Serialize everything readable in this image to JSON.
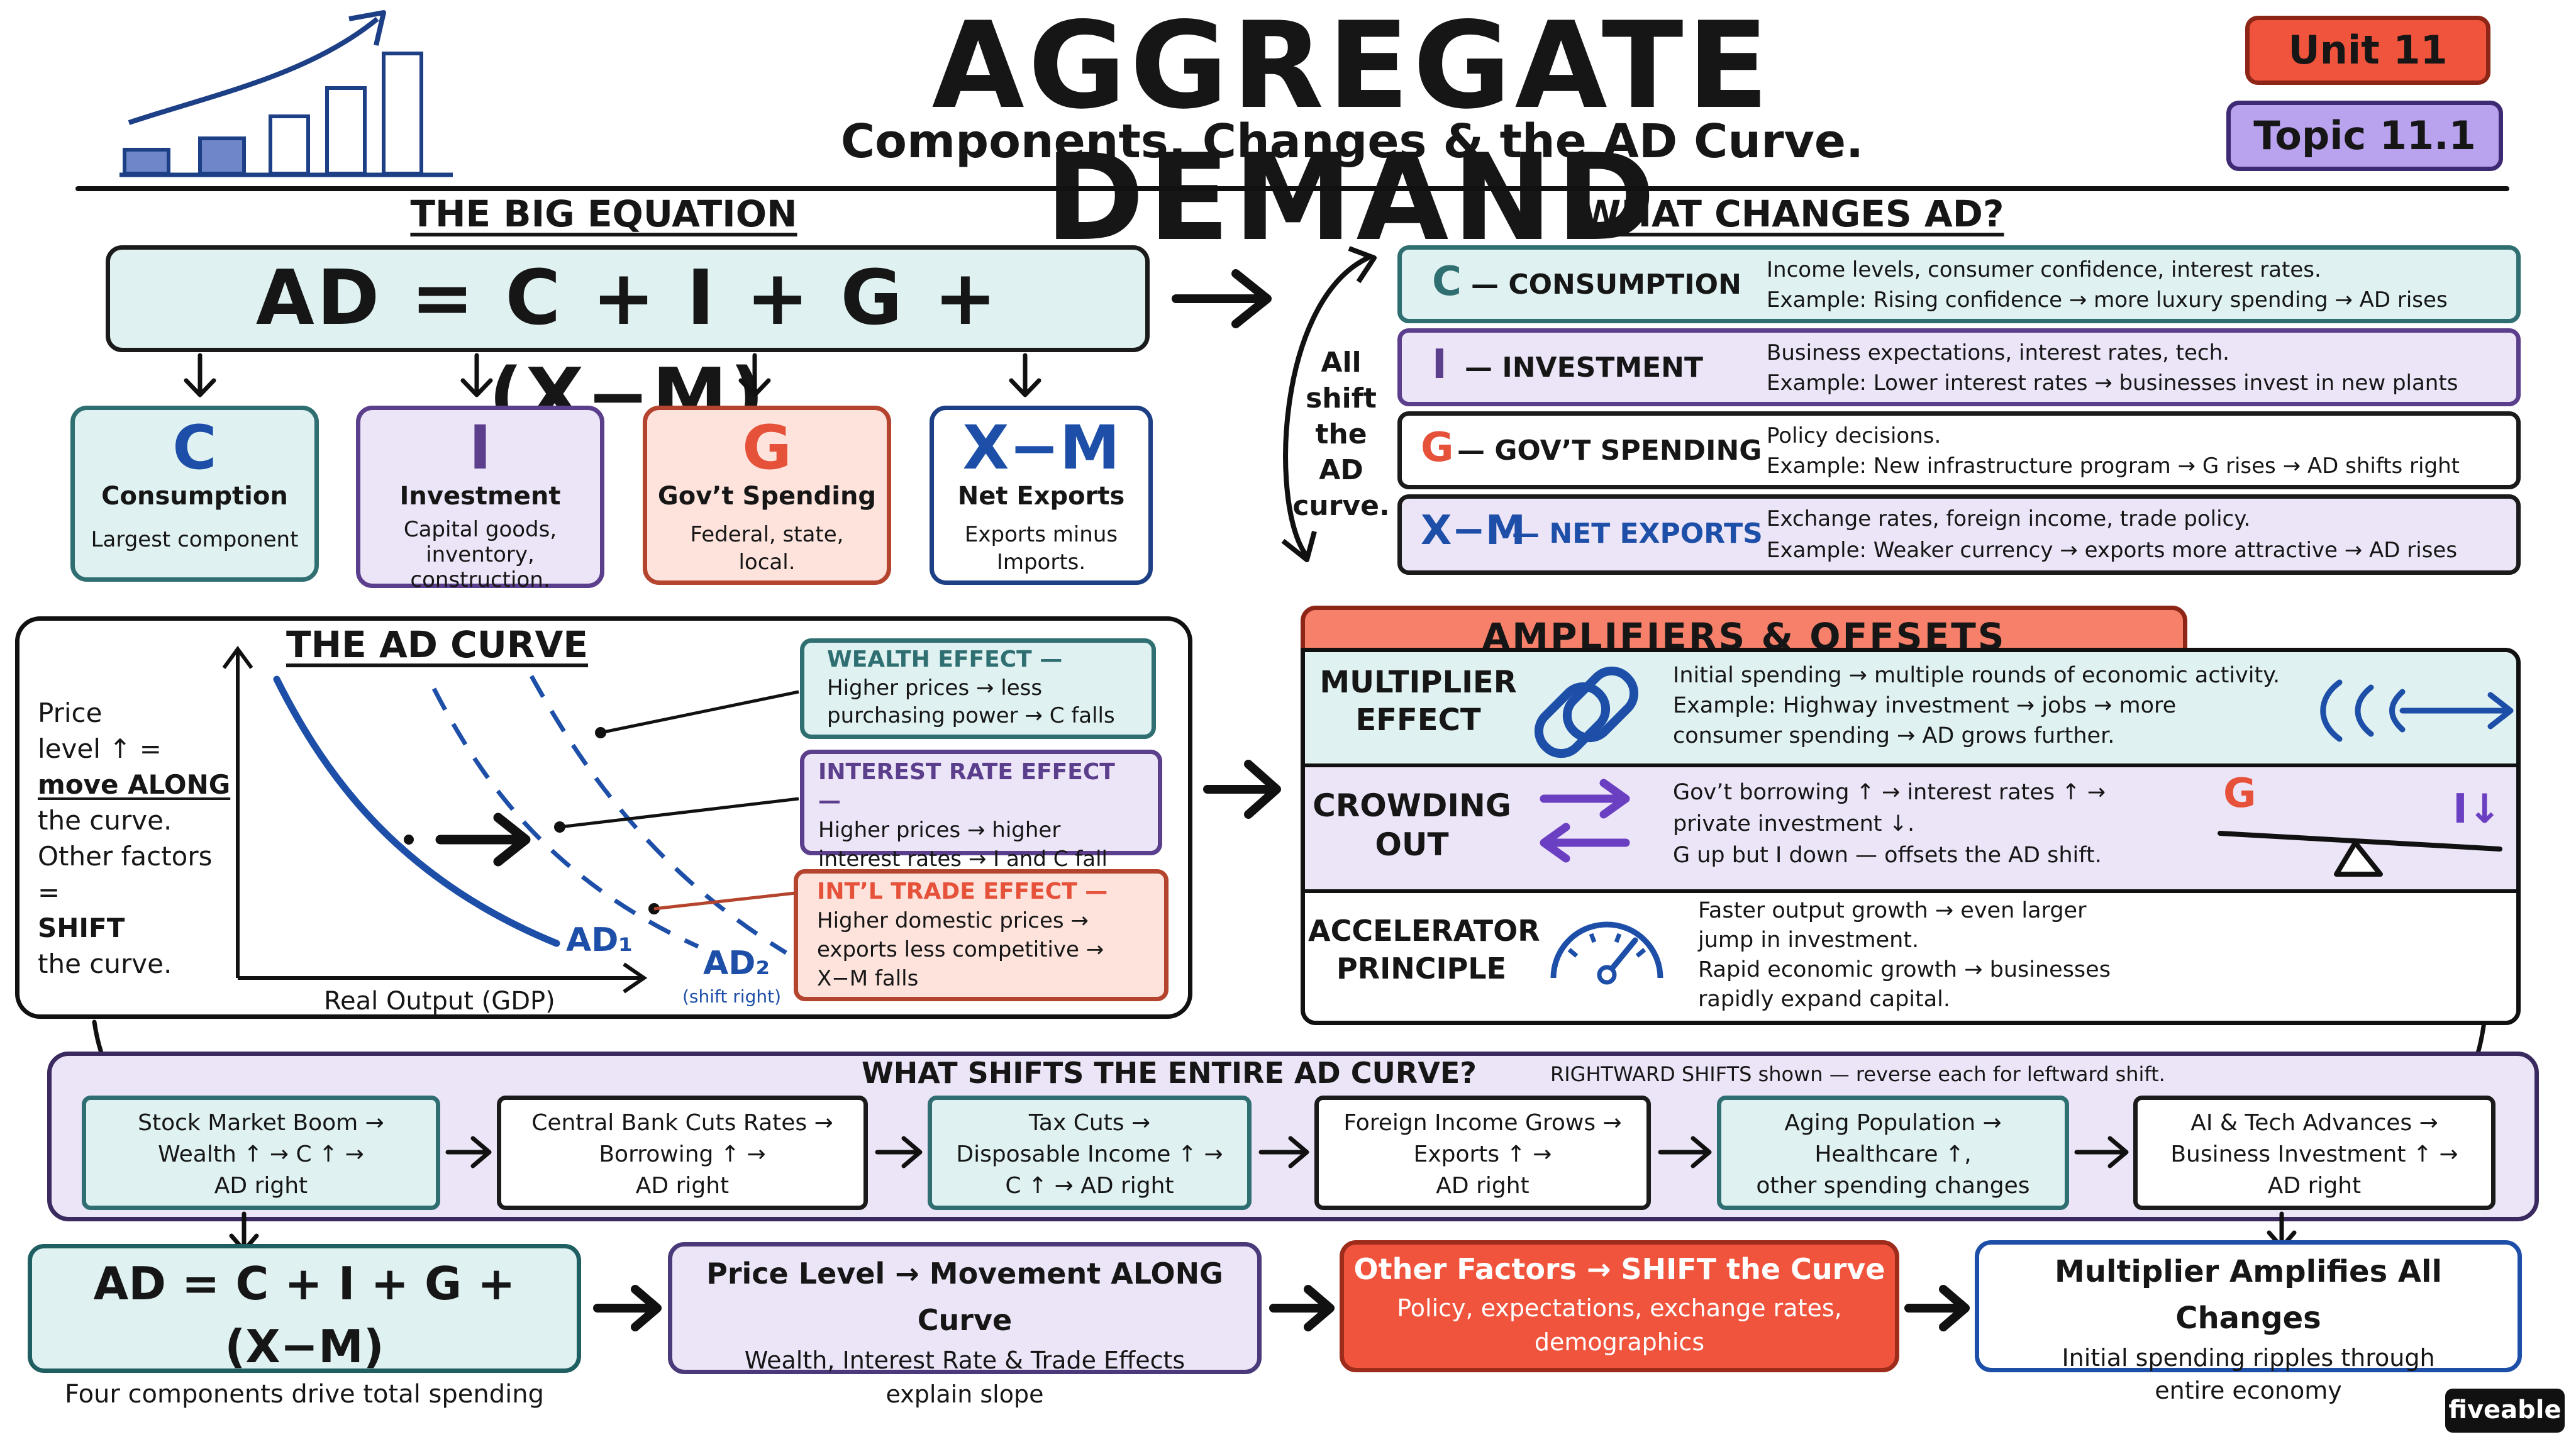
{
  "header": {
    "title": "AGGREGATE DEMAND",
    "subtitle": "Components, Changes & the AD Curve.",
    "unit_badge": "Unit 11",
    "topic_badge": "Topic 11.1"
  },
  "big_equation": {
    "heading": "THE BIG EQUATION",
    "equation": "AD = C + I + G + (X−M)",
    "components": [
      {
        "letter": "C",
        "name": "Consumption",
        "desc": "Largest component"
      },
      {
        "letter": "I",
        "name": "Investment",
        "desc": "Capital goods, inventory, construction."
      },
      {
        "letter": "G",
        "name": "Gov’t Spending",
        "desc": "Federal, state, local."
      },
      {
        "letter": "X−M",
        "name": "Net Exports",
        "desc": "Exports minus Imports."
      }
    ]
  },
  "changes": {
    "heading": "WHAT CHANGES AD?",
    "side_note": "All shift the AD curve.",
    "rows": [
      {
        "letter": "C",
        "name": "— CONSUMPTION",
        "line1": "Income levels, consumer confidence, interest rates.",
        "line2": "Example: Rising confidence → more luxury spending → AD rises"
      },
      {
        "letter": "I",
        "name": "— INVESTMENT",
        "line1": "Business expectations, interest rates, tech.",
        "line2": "Example: Lower interest rates → businesses invest in new plants"
      },
      {
        "letter": "G",
        "name": "— GOV’T SPENDING",
        "line1": "Policy decisions.",
        "line2": "Example: New infrastructure program → G rises → AD shifts right"
      },
      {
        "letter": "X−M",
        "name": "— NET EXPORTS",
        "line1": "Exchange rates, foreign income, trade policy.",
        "line2": "Example: Weaker currency → exports more attractive → AD rises"
      }
    ]
  },
  "ad_curve": {
    "heading": "THE AD CURVE",
    "side_text": [
      "Price",
      "level ↑ =",
      "move ALONG",
      "the curve.",
      "Other factors =",
      "SHIFT",
      "the curve."
    ],
    "x_label": "Real Output (GDP)",
    "ad1_label": "AD₁",
    "ad2_label": "AD₂",
    "ad2_note": "(shift right)",
    "effects": [
      {
        "title": "WEALTH EFFECT —",
        "text": [
          "Higher prices → less",
          "purchasing power → C falls"
        ]
      },
      {
        "title": "INTEREST RATE EFFECT —",
        "text": [
          "Higher prices → higher",
          "interest rates → I and C fall"
        ]
      },
      {
        "title": "INT’L TRADE EFFECT —",
        "text": [
          "Higher domestic prices →",
          "exports less competitive →",
          "X−M falls"
        ]
      }
    ]
  },
  "amplifiers": {
    "heading": "AMPLIFIERS & OFFSETS",
    "rows": [
      {
        "name": [
          "MULTIPLIER",
          "EFFECT"
        ],
        "text": [
          "Initial spending → multiple rounds of economic activity.",
          "Example: Highway investment → jobs → more",
          "consumer spending → AD grows further."
        ]
      },
      {
        "name": [
          "CROWDING",
          "OUT"
        ],
        "text": [
          "Gov’t borrowing ↑ → interest rates ↑ →",
          "private investment ↓.",
          "G up but I down — offsets the AD shift."
        ],
        "seesaw_left": "G",
        "seesaw_right": "I↓"
      },
      {
        "name": [
          "ACCELERATOR",
          "PRINCIPLE"
        ],
        "text": [
          "Faster output growth → even larger",
          "jump in investment.",
          "Rapid economic growth → businesses",
          "rapidly expand capital."
        ]
      }
    ]
  },
  "shifts": {
    "heading": "WHAT SHIFTS THE ENTIRE AD CURVE?",
    "note": "RIGHTWARD SHIFTS shown — reverse each for leftward shift.",
    "items": [
      [
        "Stock Market Boom →",
        "Wealth ↑ → C ↑ →",
        "AD right"
      ],
      [
        "Central Bank Cuts Rates →",
        "Borrowing ↑ →",
        "AD right"
      ],
      [
        "Tax Cuts →",
        "Disposable Income ↑ →",
        "C ↑ → AD right"
      ],
      [
        "Foreign Income Grows →",
        "Exports ↑ →",
        "AD right"
      ],
      [
        "Aging Population →",
        "Healthcare ↑,",
        "other spending changes"
      ],
      [
        "AI & Tech Advances →",
        "Business Investment ↑ →",
        "AD right"
      ]
    ]
  },
  "summary": [
    {
      "title": "AD = C + I + G + (X−M)",
      "text": [
        "Four components drive total spending"
      ]
    },
    {
      "title": "Price Level → Movement ALONG Curve",
      "text": [
        "Wealth, Interest Rate & Trade Effects",
        "explain slope"
      ]
    },
    {
      "title": "Other Factors → SHIFT the Curve",
      "text": [
        "Policy, expectations, exchange rates,",
        "demographics"
      ]
    },
    {
      "title": "Multiplier Amplifies All Changes",
      "text": [
        "Initial spending ripples through",
        "entire economy"
      ]
    }
  ],
  "brand": "fiveable",
  "colors": {
    "teal": "#2f6f72",
    "purple": "#5b3e8c",
    "red": "#e6513a",
    "blue": "#1d4fa8",
    "ink": "#161616"
  }
}
